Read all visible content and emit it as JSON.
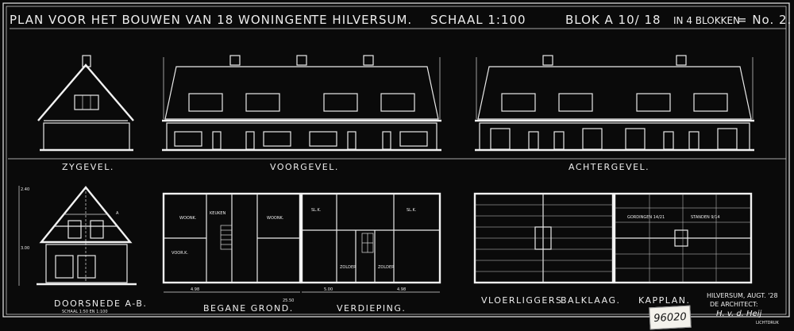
{
  "sheet": {
    "title_parts": [
      "PLAN VOOR HET BOUWEN VAN 18 WONINGEN",
      "TE HILVERSUM.",
      "SCHAAL 1:100",
      "BLOK A 10/ 18",
      "IN 4 BLOKKEN",
      "= No. 2."
    ],
    "page_tag": "No. 2"
  },
  "views": {
    "side": "ZYGEVEL.",
    "front": "VOORGEVEL.",
    "back": "ACHTERGEVEL.",
    "section": "DOORSNEDE A-B.",
    "ground": "BEGANE GROND.",
    "upper": "VERDIEPING.",
    "joists": "VLOERLIGGERS",
    "beams": "BALKLAAG.",
    "roof": "KAPPLAN."
  },
  "annotations": {
    "section_scale": "SCHAAL 1:50 EN 1:100",
    "woonk": "WOONK.",
    "keuken": "KEUKEN",
    "voork": "VOOR.K.",
    "slk": "SL.K.",
    "zolder": "ZOLDER",
    "zolder2": "ZOLDER",
    "dim_left": "4.98",
    "dim_mid": "5.00",
    "dim_right": "4.98",
    "dim_total": "25.50",
    "gording1": "GORDINGEN 14/21",
    "gording2": "STANDEN 9/14",
    "height_a": "2.40",
    "height_b": "3.00"
  },
  "signature": {
    "place_date": "HILVERSUM, AUGT. '28",
    "role": "DE ARCHITECT:",
    "name": "H. v. d. Heij",
    "maker_stamp": "LICHTDRUK"
  },
  "archive_number": "96020"
}
